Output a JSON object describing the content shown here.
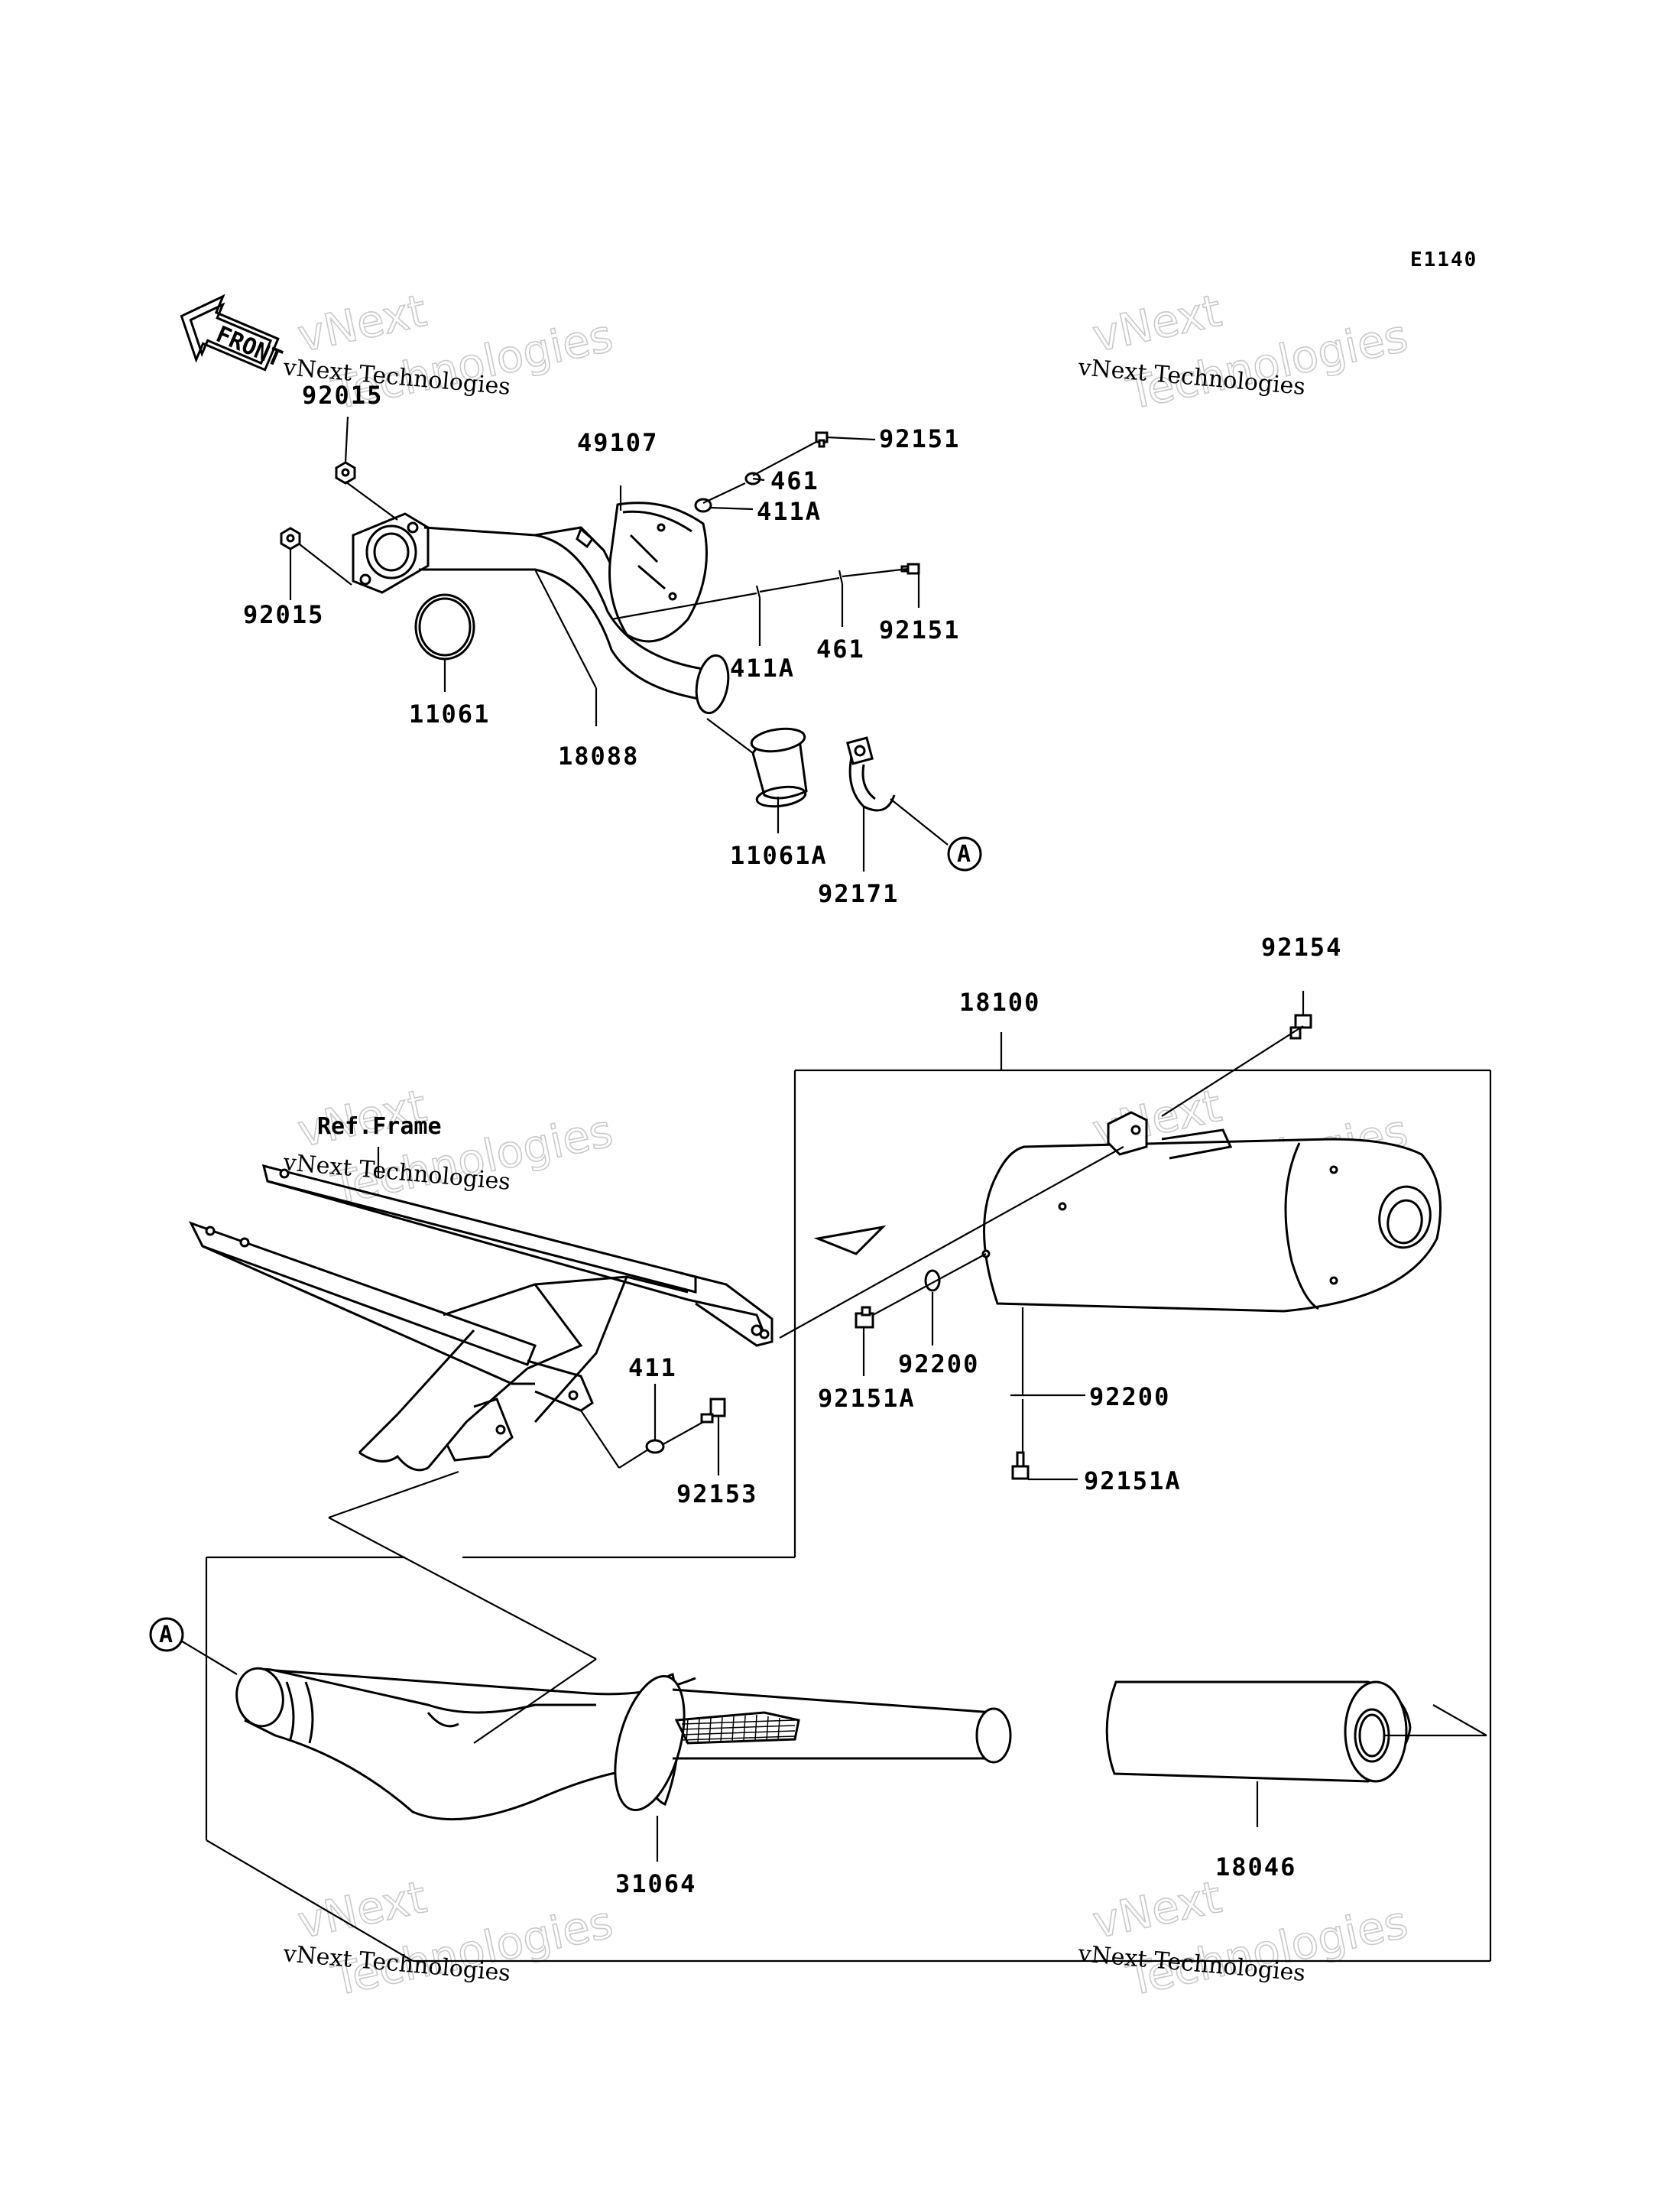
{
  "diagram_code": "E1140",
  "front_label": "FRONT",
  "ref_frame_label": "Ref.Frame",
  "callout_a": "A",
  "part_numbers": {
    "p92015_top": "92015",
    "p92015_left": "92015",
    "p11061": "11061",
    "p18088": "18088",
    "p49107": "49107",
    "p92151_top": "92151",
    "p461_top": "461",
    "p411A_top": "411A",
    "p411A_mid": "411A",
    "p461_mid": "461",
    "p92151_mid": "92151",
    "p11061A": "11061A",
    "p92171": "92171",
    "p92154": "92154",
    "p18100": "18100",
    "p411": "411",
    "p92153": "92153",
    "p92200_a": "92200",
    "p92151A_a": "92151A",
    "p92200_b": "92200",
    "p92151A_b": "92151A",
    "p31064": "31064",
    "p18046": "18046"
  },
  "watermark": {
    "line1": "vNext",
    "line2": "vNext Technologies",
    "line3": "Technologies"
  },
  "colors": {
    "ink": "#000000",
    "background": "#ffffff",
    "watermark_outline": "#c9c9c9"
  }
}
